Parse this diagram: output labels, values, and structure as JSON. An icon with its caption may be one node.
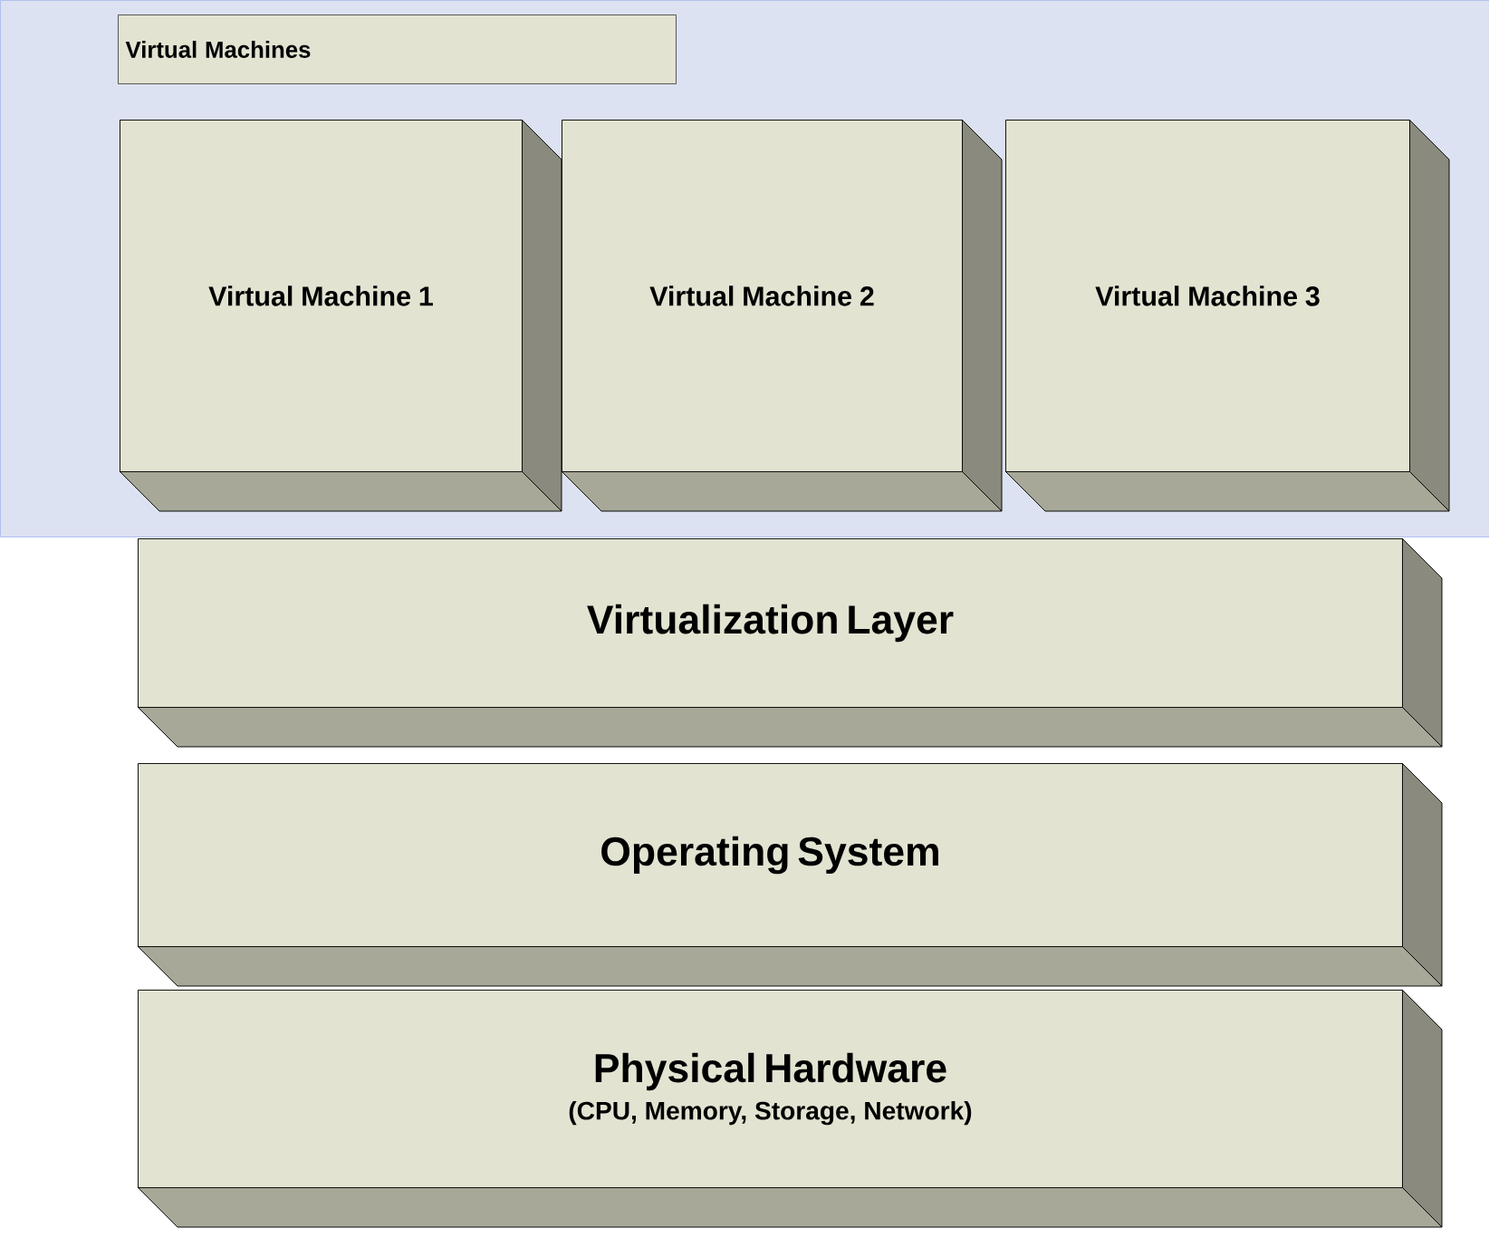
{
  "diagram": {
    "nodes": [
      {
        "text": [
          "Virtual Machines"
        ]
      },
      {
        "text": [
          "Virtual Machine 1"
        ],
        "in": 0
      },
      {
        "text": [
          "Virtual Machine 2"
        ],
        "in": 0
      },
      {
        "text": [
          "Virtual Machine 3"
        ],
        "in": 0
      },
      {
        "text": [
          "Virtualization Layer"
        ]
      },
      {
        "text": [
          "Operating System"
        ]
      },
      {
        "text": [
          "Physical Hardware",
          "(CPU, Memory, Storage, Network)"
        ]
      }
    ]
  }
}
